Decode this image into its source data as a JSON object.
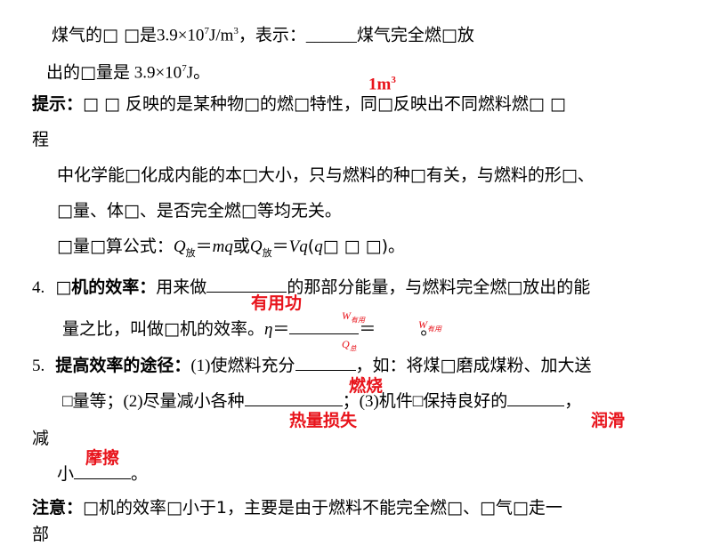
{
  "line1": {
    "a": "煤气的",
    "box1": "□",
    "box2": "□",
    "b": "是3.9×10",
    "exp": "7",
    "c": "J/m",
    "exp2": "3",
    "d": "，表示：",
    "blank": "______",
    "e": "煤气完全燃",
    "box3": "□",
    "f": "放"
  },
  "line2": {
    "a": "出的",
    "box": "□",
    "b": "量是 3.9×10",
    "exp": "7",
    "c": "J。"
  },
  "answer_1m3": {
    "text": "1m",
    "exp": "3"
  },
  "hint": {
    "label": "提示：",
    "text1": "□ □ 反映的是某种物",
    "box1": "□",
    "text2": "的燃",
    "box2": "□",
    "text3": "特性，同",
    "box3": "□",
    "text4": "反映出不同燃料燃",
    "box4": "□ □"
  },
  "hint_line2": "程",
  "hint_line3": "中化学能□化成内能的本□大小，只与燃料的种□有关，与燃料的形□、",
  "hint_line4": "□量、体□、是否完全燃□等均无关。",
  "hint_line5": {
    "a": "□量□算公式：",
    "Q": "Q",
    "sub1": "放",
    "eq1": "＝",
    "mq": "mq",
    "or": "或",
    "Q2": "Q",
    "sub2": "放",
    "eq2": "＝",
    "vq": "Vq",
    "tail": "(",
    "q": "q",
    "end": "□ □ □)。"
  },
  "item4": {
    "num": "4.",
    "label": "□机的效率：",
    "text1": "用来做",
    "text2": "的那部分能量，与燃料完全燃□放出的能"
  },
  "answer_youyonggong": "有用功",
  "item4_line2": {
    "a": "量之比，叫做□机的效率。",
    "eta": "η",
    "eq": "＝",
    "eq2": "＝",
    "end": "。"
  },
  "formula": {
    "w": "W",
    "w_sub": "有用",
    "q": "Q",
    "q_sub": "总",
    "w2": "W",
    "w2_sub": "有用"
  },
  "item5": {
    "num": "5.",
    "label": "提高效率的途径：",
    "text1": "(1)使燃料充分",
    "text2": "，如：将煤□磨成煤粉、加大送"
  },
  "answer_ranshao": "燃烧",
  "item5_line2": {
    "a": "□量等；(2)尽量减小各种",
    "b": "；(3)机件□保持良好的",
    "c": "，"
  },
  "answer_reliangsunshi": "热量损失",
  "answer_runhua": "润滑",
  "item5_line3": "减",
  "answer_moca": "摩擦",
  "item5_line4": {
    "a": "小",
    "b": "。"
  },
  "note": {
    "label": "注意：",
    "text": "□机的效率□小于1，主要是由于燃料不能完全燃□、□气□走一"
  },
  "note_line2": "部"
}
